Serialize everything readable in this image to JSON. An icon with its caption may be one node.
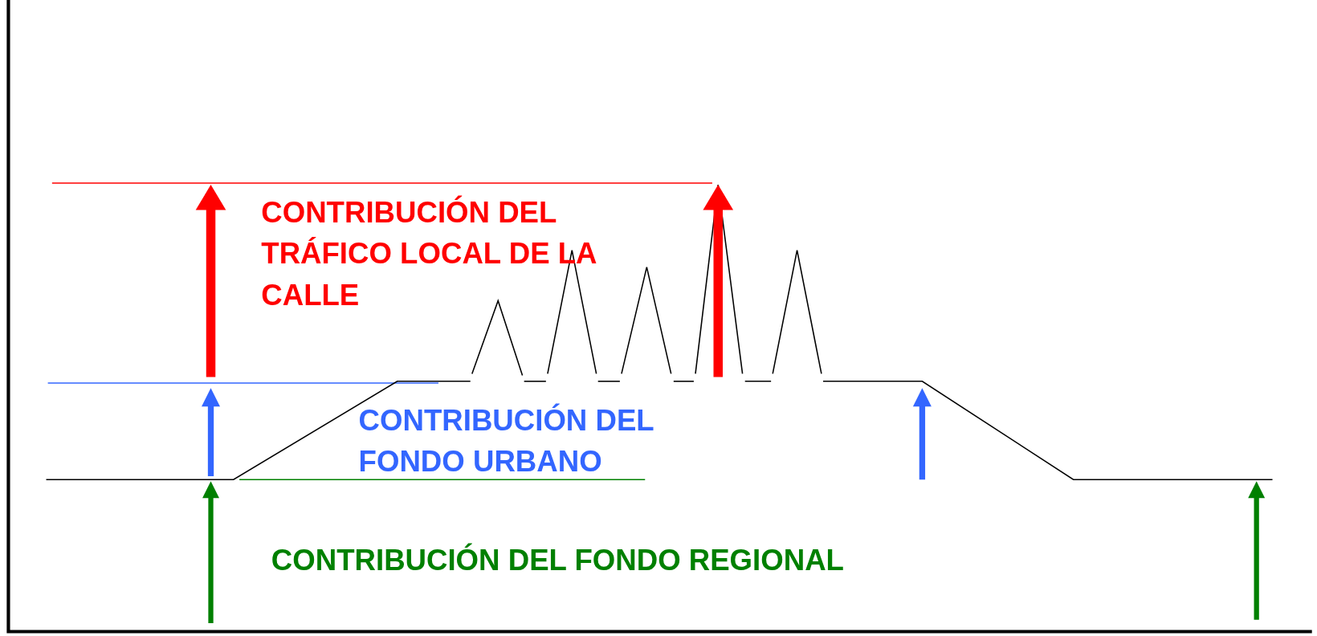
{
  "diagram": {
    "labels": [
      "CONTRIBUCIÓN DEL TRÁFICO LOCAL DE LA CALLE",
      "CONTRIBUCIÓN DEL FONDO URBANO",
      "CONTRIBUCIÓN DEL FONDO REGIONAL"
    ]
  }
}
